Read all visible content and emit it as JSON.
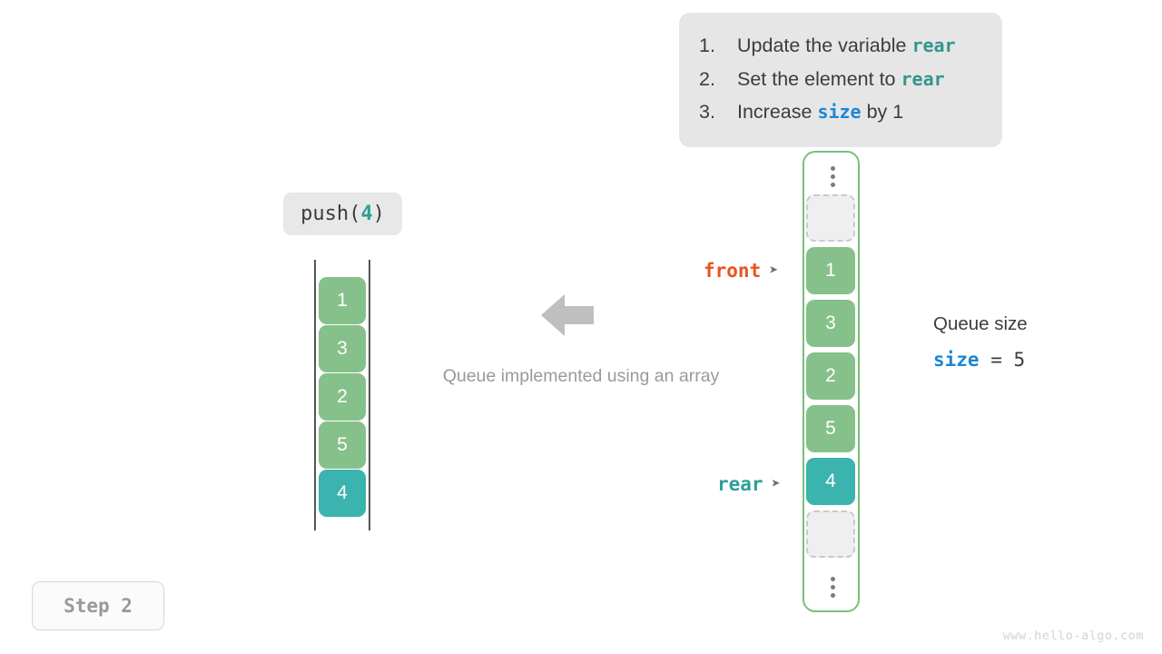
{
  "instructions": {
    "items": [
      {
        "num": "1.",
        "pre": "Update the variable ",
        "code": "rear",
        "code_color": "teal",
        "post": ""
      },
      {
        "num": "2.",
        "pre": "Set the element to ",
        "code": "rear",
        "code_color": "teal",
        "post": ""
      },
      {
        "num": "3.",
        "pre": "Increase ",
        "code": "size",
        "code_color": "blue",
        "post": " by 1"
      }
    ]
  },
  "operation": {
    "name": "push(",
    "arg": "4",
    "close": ")"
  },
  "left_array": {
    "caption": "Queue implemented using an array",
    "arrow": "left-arrow-icon",
    "cells": [
      {
        "value": "1",
        "style": "green"
      },
      {
        "value": "3",
        "style": "green"
      },
      {
        "value": "2",
        "style": "green"
      },
      {
        "value": "5",
        "style": "green"
      },
      {
        "value": "4",
        "style": "teal"
      }
    ]
  },
  "right_array": {
    "top_ellipsis": "vertical-ellipsis-icon",
    "bottom_ellipsis": "vertical-ellipsis-icon",
    "slots": [
      {
        "value": "",
        "style": "empty"
      },
      {
        "value": "1",
        "style": "green"
      },
      {
        "value": "3",
        "style": "green"
      },
      {
        "value": "2",
        "style": "green"
      },
      {
        "value": "5",
        "style": "green"
      },
      {
        "value": "4",
        "style": "teal"
      },
      {
        "value": "",
        "style": "empty"
      }
    ]
  },
  "pointers": {
    "front": {
      "label": "front",
      "glyph": "➤",
      "color": "#e8541e"
    },
    "rear": {
      "label": "rear",
      "glyph": "➤",
      "color": "#2f9e95"
    }
  },
  "size_panel": {
    "title": "Queue size",
    "var": "size",
    "operator": " = ",
    "value": "5"
  },
  "step_badge": {
    "label": "Step 2"
  },
  "watermark": {
    "text": "www.hello-algo.com"
  },
  "colors": {
    "green": "#86c08a",
    "teal": "#3bb3ae",
    "front_orange": "#e8541e",
    "rear_teal": "#2f9e95",
    "size_blue": "#1a87d3",
    "card_gray": "#e6e6e6",
    "border_green": "#79bf79"
  }
}
